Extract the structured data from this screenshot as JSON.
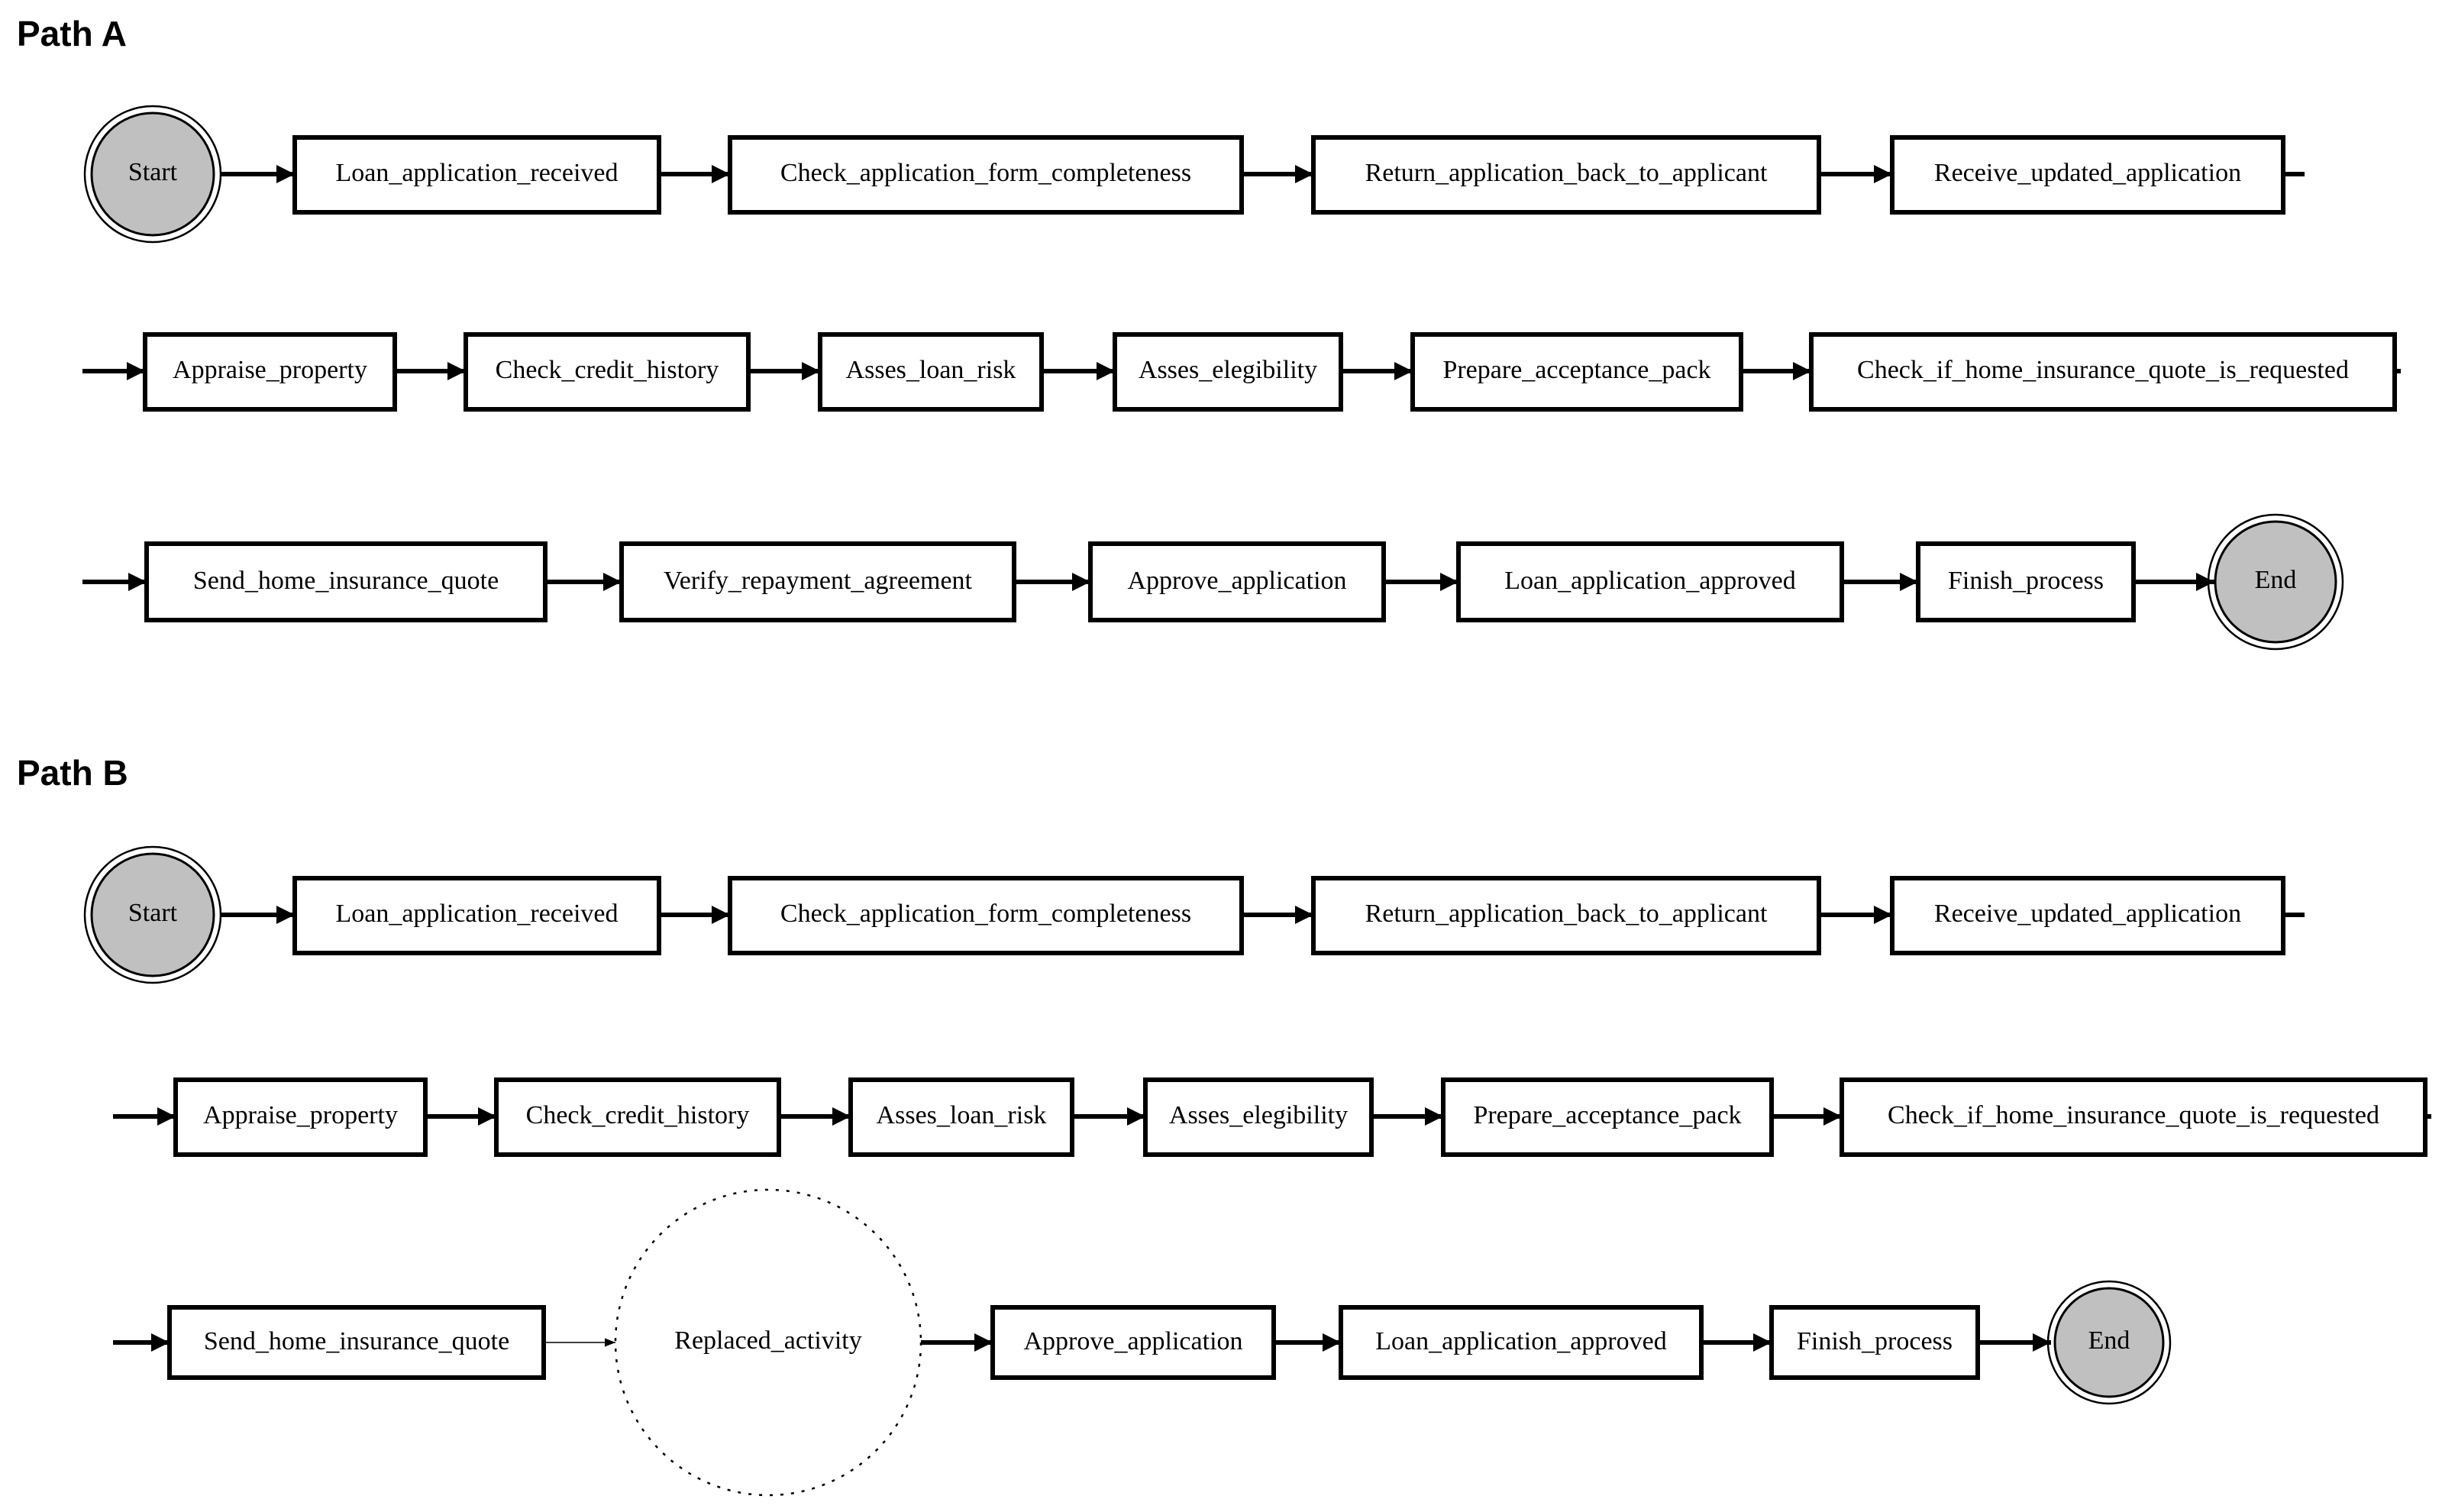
{
  "colors": {
    "terminal_fill": "#c0c0c0",
    "box_stroke": "#000000",
    "background": "#ffffff"
  },
  "path_a": {
    "title": "Path A",
    "start": "Start",
    "end": "End",
    "row1": [
      "Loan_application_received",
      "Check_application_form_completeness",
      "Return_application_back_to_applicant",
      "Receive_updated_application"
    ],
    "row2": [
      "Appraise_property",
      "Check_credit_history",
      "Asses_loan_risk",
      "Asses_elegibility",
      "Prepare_acceptance_pack",
      "Check_if_home_insurance_quote_is_requested"
    ],
    "row3": [
      "Send_home_insurance_quote",
      "Verify_repayment_agreement",
      "Approve_application",
      "Loan_application_approved",
      "Finish_process"
    ]
  },
  "path_b": {
    "title": "Path B",
    "start": "Start",
    "end": "End",
    "row1": [
      "Loan_application_received",
      "Check_application_form_completeness",
      "Return_application_back_to_applicant",
      "Receive_updated_application"
    ],
    "row2": [
      "Appraise_property",
      "Check_credit_history",
      "Asses_loan_risk",
      "Asses_elegibility",
      "Prepare_acceptance_pack",
      "Check_if_home_insurance_quote_is_requested"
    ],
    "row3": [
      "Send_home_insurance_quote",
      "Replaced_activity",
      "Approve_application",
      "Loan_application_approved",
      "Finish_process"
    ]
  }
}
